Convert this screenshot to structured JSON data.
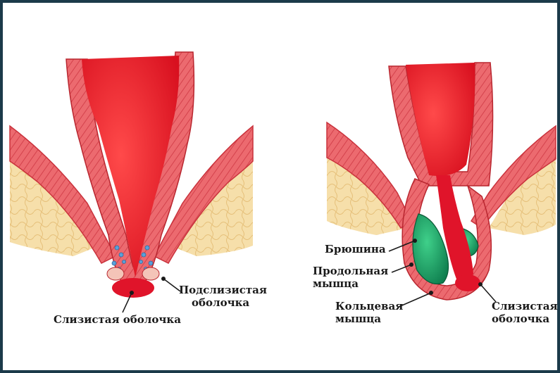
{
  "labels": {
    "left_submucosa_line1": "Подслизистая",
    "left_submucosa_line2": "оболочка",
    "left_mucosa": "Слизистая оболочка",
    "right_peritoneum": "Брюшина",
    "right_longitudinal_line1": "Продольная",
    "right_longitudinal_line2": "мышца",
    "right_circular_line1": "Кольцевая",
    "right_circular_line2": "мышца",
    "right_mucosa_line1": "Слизистая",
    "right_mucosa_line2": "оболочка"
  },
  "colors": {
    "frame_border": "#1c3a4a",
    "background": "#ffffff",
    "fat_tissue": "#f3d9a0",
    "muscle": "#e8505a",
    "mucosa_red": "#e01a2a",
    "peritoneum_green": "#1fa36a",
    "blue_dots": "#5aa0d8"
  }
}
